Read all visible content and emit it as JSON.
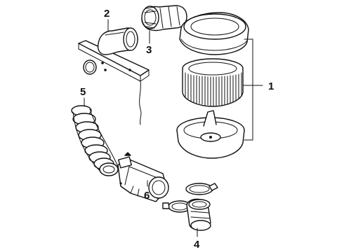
{
  "diagram": {
    "callouts": [
      {
        "id": "1",
        "label": "1"
      },
      {
        "id": "2",
        "label": "2"
      },
      {
        "id": "3",
        "label": "3"
      },
      {
        "id": "4",
        "label": "4"
      },
      {
        "id": "5",
        "label": "5"
      },
      {
        "id": "6",
        "label": "6"
      }
    ],
    "parts": [
      {
        "callout": "1",
        "name": "air-cleaner-assembly"
      },
      {
        "callout": "2",
        "name": "inlet-duct"
      },
      {
        "callout": "3",
        "name": "outlet-boot"
      },
      {
        "callout": "4",
        "name": "throttle-body-boot-with-clamps"
      },
      {
        "callout": "5",
        "name": "corrugated-air-hose"
      },
      {
        "callout": "6",
        "name": "air-flow-meter"
      }
    ]
  }
}
